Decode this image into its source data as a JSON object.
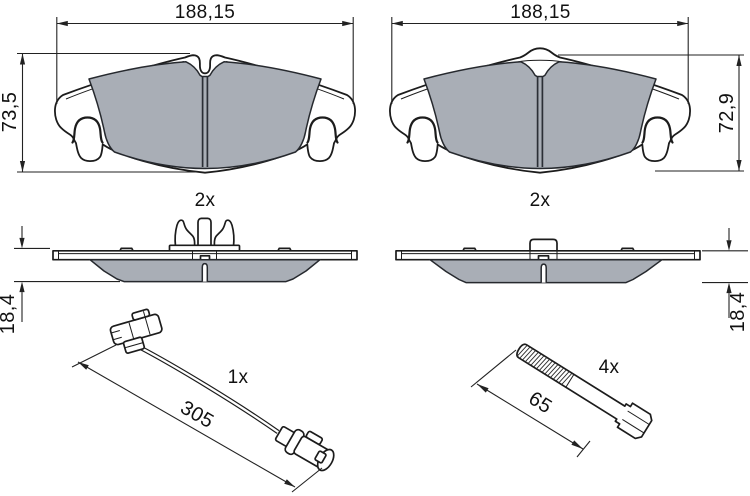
{
  "drawing": {
    "type": "brake-pad-set-technical-drawing",
    "colors": {
      "background": "#ffffff",
      "line": "#1c1c1c",
      "friction": "#a9aeb6",
      "text": "#111111"
    },
    "views": {
      "pad_front_left": {
        "width_label": "188,15",
        "height_label": "73,5",
        "qty_label": "2x"
      },
      "pad_front_right": {
        "width_label": "188,15",
        "height_label": "72,9",
        "qty_label": "2x"
      },
      "pad_side_left": {
        "thickness_label": "18,4"
      },
      "pad_side_right": {
        "thickness_label": "18,4"
      },
      "wear_sensor": {
        "length_label": "305",
        "qty_label": "1x"
      },
      "bolt": {
        "length_label": "65",
        "qty_label": "4x"
      }
    }
  }
}
